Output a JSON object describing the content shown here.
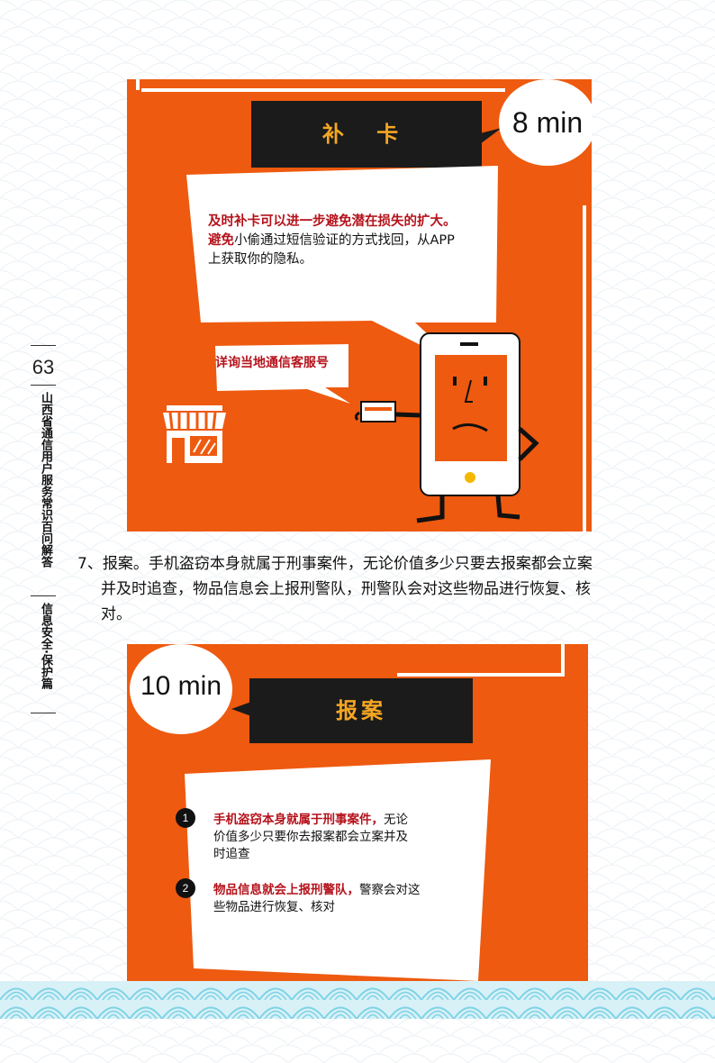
{
  "sidebar": {
    "page_number": "63",
    "book_title": "山西省通信用户服务常识百问解答",
    "section_title": "信息安全·保护篇"
  },
  "panel1": {
    "title": "补 卡",
    "time": "8 min",
    "speech_line1_red": "及时补卡可以进一步避免潜在损失的扩大。",
    "speech_line2_red": "避免",
    "speech_line2_rest": "小偷通过短信验证的方式找回，从APP",
    "speech_line3": "上获取你的隐私。",
    "small_speech": "详询当地通信客服号"
  },
  "body": {
    "line1": "7、报案。手机盗窃本身就属于刑事案件，无论价值多少只要去报案都会立案",
    "line2": "并及时追查，物品信息会上报刑警队，刑警队会对这些物品进行恢复、核",
    "line3": "对。"
  },
  "panel2": {
    "title": "报案",
    "time": "10 min",
    "item1_number": "1",
    "item1_red": "手机盗窃本身就属于刑事案件，",
    "item1_rest1": "无论",
    "item1_line2": "价值多少只要你去报案都会立案并及",
    "item1_line3": "时追查",
    "item2_number": "2",
    "item2_red": "物品信息就会上报刑警队，",
    "item2_rest1": "警察会对这",
    "item2_line2": "些物品进行恢复、核对"
  },
  "colors": {
    "panel_orange": "#ee5a0f",
    "title_box": "#1b1b1b",
    "title_text": "#f5a623",
    "highlight_red": "#b5121b",
    "pattern_blue": "#7fd3e6"
  }
}
